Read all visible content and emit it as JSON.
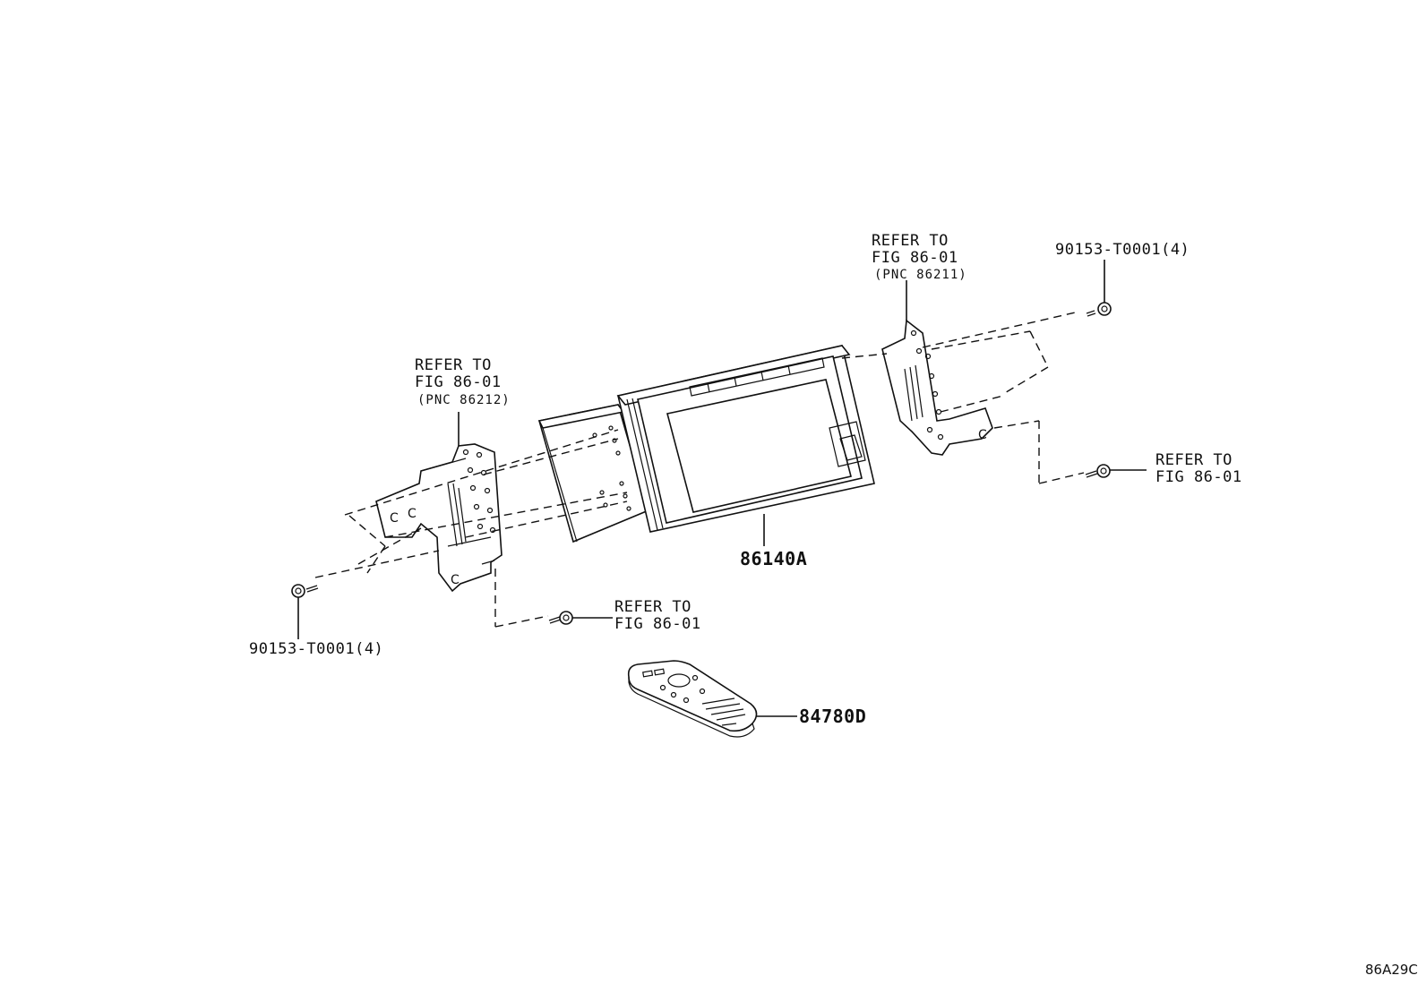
{
  "diagram_code": "86A29C",
  "parts": {
    "display_unit": "86140A",
    "remote_control": "84780D"
  },
  "callouts": {
    "screw_upper_right": "90153-T0001(4)",
    "screw_lower_left": "90153-T0001(4)",
    "bracket_left": {
      "line1": "REFER TO",
      "line2": "FIG 86-01",
      "line3": "(PNC 86212)"
    },
    "bracket_right": {
      "line1": "REFER TO",
      "line2": "FIG 86-01",
      "line3": "(PNC 86211)"
    },
    "bolt_right": {
      "line1": "REFER TO",
      "line2": "FIG 86-01"
    },
    "bolt_lower": {
      "line1": "REFER TO",
      "line2": "FIG 86-01"
    }
  }
}
